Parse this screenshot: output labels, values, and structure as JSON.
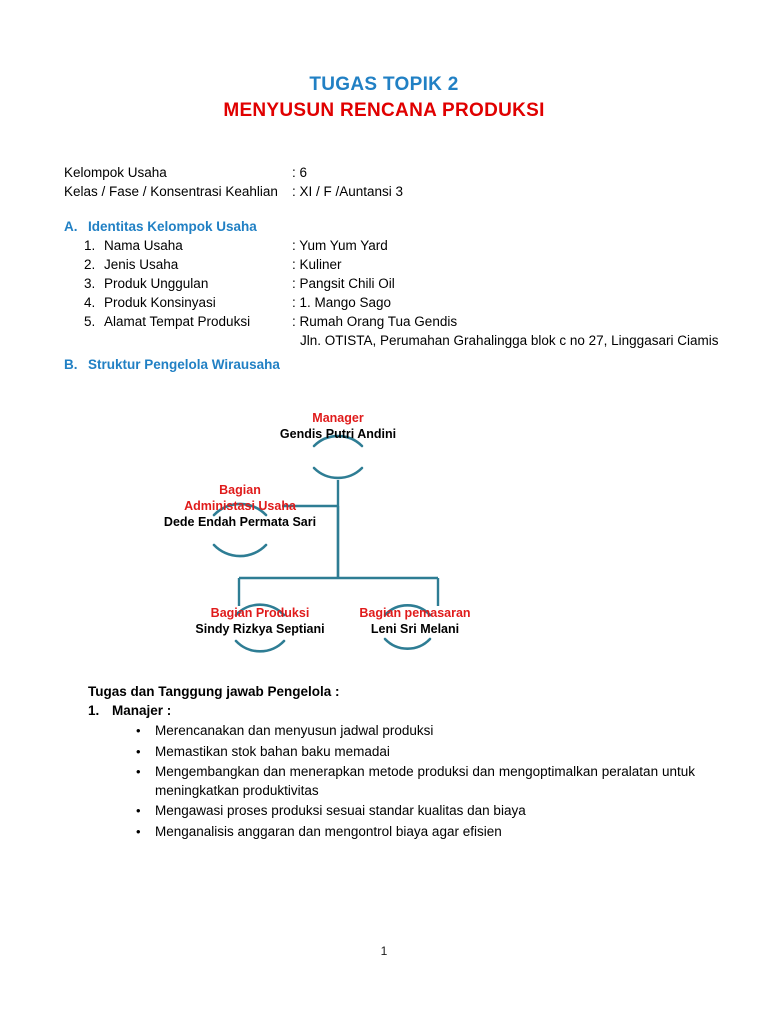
{
  "document": {
    "title_line1": "TUGAS TOPIK 2",
    "title_line2": "MENYUSUN RENCANA PRODUKSI",
    "page_number": "1",
    "colors": {
      "heading_blue": "#2180C4",
      "heading_red": "#E00000",
      "node_role_red": "#E01B1B",
      "chart_teal": "#2E7D94",
      "body_black": "#000000"
    }
  },
  "meta": [
    {
      "label": "Kelompok Usaha",
      "value": ": 6"
    },
    {
      "label": "Kelas / Fase / Konsentrasi Keahlian",
      "value": ": XI / F /Auntansi 3"
    }
  ],
  "section_a": {
    "letter": "A.",
    "heading": "Identitas Kelompok Usaha",
    "items": [
      {
        "num": "1.",
        "label": "Nama Usaha",
        "value": ": Yum Yum Yard",
        "sub": ""
      },
      {
        "num": "2.",
        "label": "Jenis Usaha",
        "value": ": Kuliner",
        "sub": ""
      },
      {
        "num": "3.",
        "label": "Produk Unggulan",
        "value": ": Pangsit Chili Oil",
        "sub": ""
      },
      {
        "num": "4.",
        "label": "Produk Konsinyasi",
        "value": ": 1. Mango Sago",
        "sub": ""
      },
      {
        "num": "5.",
        "label": "Alamat Tempat Produksi",
        "value": ": Rumah Orang Tua Gendis",
        "sub": "Jln. OTISTA, Perumahan Grahalingga blok c no 27, Linggasari Ciamis"
      }
    ]
  },
  "section_b": {
    "letter": "B.",
    "heading": "Struktur Pengelola Wirausaha",
    "org_chart": {
      "manager": {
        "role": "Manager",
        "name": "Gendis Putri Andini"
      },
      "admin": {
        "role_line1": "Bagian",
        "role_line2": "Administasi Usaha",
        "name": "Dede Endah Permata Sari"
      },
      "produksi": {
        "role": "Bagian Produksi",
        "name": "Sindy Rizkya Septiani"
      },
      "pemasaran": {
        "role": "Bagian pemasaran",
        "name": "Leni Sri Melani"
      }
    }
  },
  "duties": {
    "title": "Tugas dan Tanggung jawab Pengelola :",
    "role_num": "1.",
    "role_label": "Manajer :",
    "bullet_glyph": "•",
    "bullets": [
      "Merencanakan dan menyusun jadwal produksi",
      "Memastikan stok bahan baku memadai",
      "Mengembangkan dan menerapkan metode produksi dan mengoptimalkan peralatan untuk meningkatkan produktivitas",
      "Mengawasi proses produksi sesuai standar kualitas dan biaya",
      "Menganalisis anggaran dan mengontrol biaya agar efisien"
    ]
  }
}
